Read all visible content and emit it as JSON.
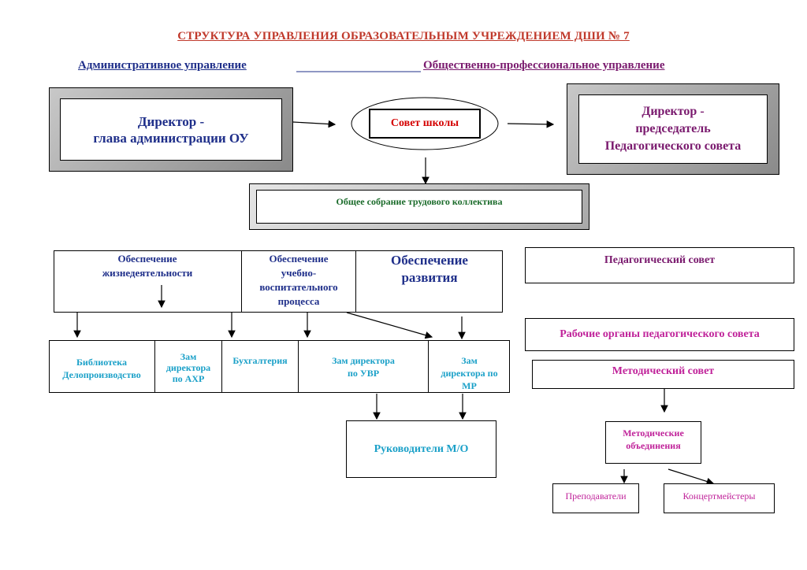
{
  "title": "СТРУКТУРА УПРАВЛЕНИЯ ОБРАЗОВАТЕЛЬНЫМ УЧРЕЖДЕНИЕМ ДШИ № 7",
  "headers": {
    "admin": "Административное управление",
    "public": "Общественно-профессиональное управление"
  },
  "director_admin": {
    "line1": "Директор -",
    "line2": "глава администрации ОУ"
  },
  "school_council": "Совет школы",
  "director_ped": {
    "line1": "Директор -",
    "line2": "председатель",
    "line3": "Педагогического совета"
  },
  "general_meeting": "Общее собрание трудового коллектива",
  "support": {
    "life": {
      "line1": "Обеспечение",
      "line2": "жизнедеятельности"
    },
    "edu": {
      "line1": "Обеспечение",
      "line2": "учебно-",
      "line3": "воспитательного",
      "line4": "процесса"
    },
    "dev": {
      "line1": "Обеспечение",
      "line2": "развития"
    }
  },
  "units": {
    "library": {
      "line1": "Библиотека",
      "line2": "Делопроизводство"
    },
    "deputy_ahr": {
      "line1": "Зам",
      "line2": "директора",
      "line3": "по АХР"
    },
    "accounting": "Бухгалтерия",
    "deputy_uvr": {
      "line1": "Зам директора",
      "line2": "по УВР"
    },
    "deputy_mr": {
      "line1": "Зам",
      "line2": "директора по",
      "line3": "МР"
    }
  },
  "mo_heads": "Руководители М/О",
  "ped_council": "Педагогический совет",
  "working_bodies": "Рабочие органы педагогического совета",
  "method_council": "Методический совет",
  "method_assoc": {
    "line1": "Методические",
    "line2": "объединения"
  },
  "teachers": "Преподаватели",
  "accompanists": "Концертмейстеры",
  "colors": {
    "title": "#c0392b",
    "blue": "#1f2f8a",
    "purple": "#7a1a6e",
    "green": "#1a6b2a",
    "red": "#d40000",
    "cyan": "#1aa0c8",
    "magenta": "#c0239a",
    "bevel_gray": "#9a9a9a"
  }
}
